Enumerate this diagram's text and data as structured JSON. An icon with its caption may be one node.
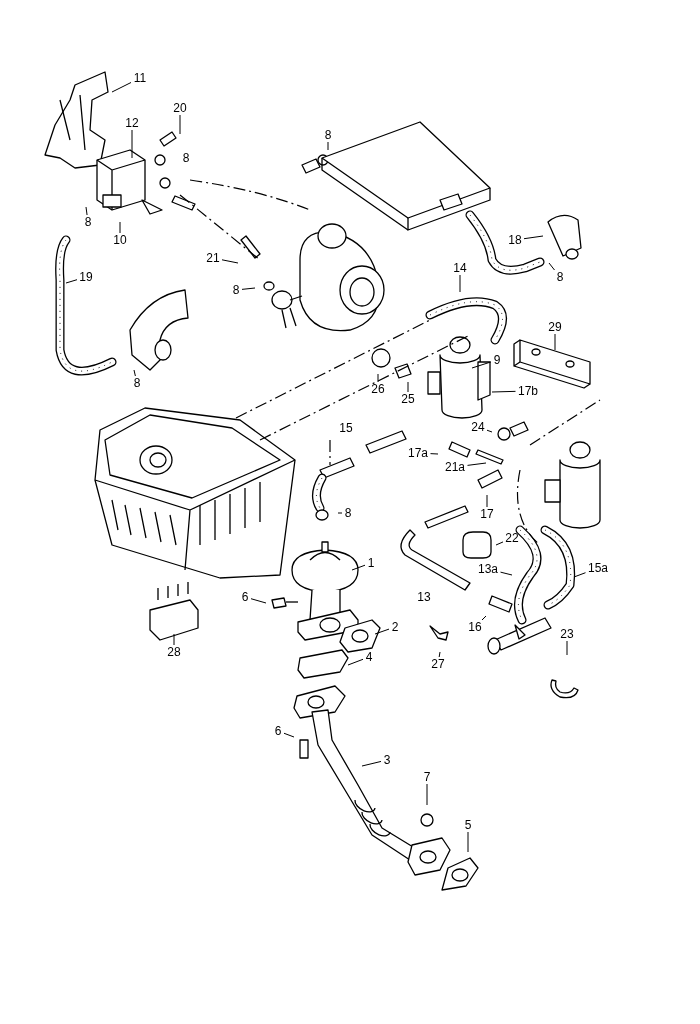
{
  "diagram": {
    "nodes": [
      {
        "text": [
          "11"
        ]
      },
      {
        "text": [
          "20"
        ]
      },
      {
        "text": [
          "12"
        ]
      },
      {
        "text": [
          "8"
        ]
      },
      {
        "text": [
          "8"
        ]
      },
      {
        "text": [
          "10"
        ]
      },
      {
        "text": [
          "21"
        ]
      },
      {
        "text": [
          "8"
        ]
      },
      {
        "text": [
          "18"
        ]
      },
      {
        "text": [
          "14"
        ]
      },
      {
        "text": [
          "8"
        ]
      },
      {
        "text": [
          "19"
        ]
      },
      {
        "text": [
          "29"
        ]
      },
      {
        "text": [
          "9"
        ]
      },
      {
        "text": [
          "8"
        ]
      },
      {
        "text": [
          "26"
        ]
      },
      {
        "text": [
          "25"
        ]
      },
      {
        "text": [
          "17b"
        ]
      },
      {
        "text": [
          "24"
        ]
      },
      {
        "text": [
          "17a"
        ]
      },
      {
        "text": [
          "21a"
        ]
      },
      {
        "text": [
          "17"
        ]
      },
      {
        "text": [
          "8"
        ]
      },
      {
        "text": [
          "22"
        ]
      },
      {
        "text": [
          "1"
        ]
      },
      {
        "text": [
          "13a"
        ]
      },
      {
        "text": [
          "15a"
        ]
      },
      {
        "text": [
          "6"
        ]
      },
      {
        "text": [
          "2"
        ]
      },
      {
        "text": [
          "16"
        ]
      },
      {
        "text": [
          "23"
        ]
      },
      {
        "text": [
          "4"
        ]
      },
      {
        "text": [
          "27"
        ]
      },
      {
        "text": [
          "28"
        ]
      },
      {
        "text": [
          "6"
        ]
      },
      {
        "text": [
          "3"
        ]
      },
      {
        "text": [
          "7"
        ]
      },
      {
        "text": [
          "5"
        ]
      }
    ],
    "edges": [
      {
        "from": 0,
        "to": null,
        "arrow": "none"
      },
      {
        "from": 1,
        "to": null,
        "arrow": "none"
      },
      {
        "from": 2,
        "to": null,
        "arrow": "none"
      },
      {
        "from": 3,
        "to": null,
        "arrow": "none"
      },
      {
        "from": 4,
        "to": null,
        "arrow": "none"
      },
      {
        "from": 5,
        "to": null,
        "arrow": "none"
      },
      {
        "from": 6,
        "to": null,
        "arrow": "none"
      },
      {
        "from": 7,
        "to": null,
        "arrow": "none"
      },
      {
        "from": 8,
        "to": null,
        "arrow": "none"
      },
      {
        "from": 9,
        "to": null,
        "arrow": "none"
      },
      {
        "from": 10,
        "to": null,
        "arrow": "none"
      },
      {
        "from": 11,
        "to": null,
        "arrow": "none"
      },
      {
        "from": 12,
        "to": null,
        "arrow": "none"
      },
      {
        "from": 13,
        "to": null,
        "arrow": "none"
      },
      {
        "from": 14,
        "to": null,
        "arrow": "none"
      },
      {
        "from": 15,
        "to": null,
        "arrow": "none"
      },
      {
        "from": 16,
        "to": null,
        "arrow": "none"
      },
      {
        "from": 17,
        "to": null,
        "arrow": "none"
      },
      {
        "from": 18,
        "to": null,
        "arrow": "none"
      },
      {
        "from": 19,
        "to": null,
        "arrow": "none"
      },
      {
        "from": 20,
        "to": null,
        "arrow": "none"
      },
      {
        "from": 21,
        "to": null,
        "arrow": "none"
      },
      {
        "from": 22,
        "to": null,
        "arrow": "none"
      },
      {
        "from": 23,
        "to": null,
        "arrow": "none"
      },
      {
        "from": 24,
        "to": null,
        "arrow": "none"
      },
      {
        "from": 25,
        "to": null,
        "arrow": "none"
      },
      {
        "from": 26,
        "to": null,
        "arrow": "none"
      },
      {
        "from": 27,
        "to": null,
        "arrow": "none"
      },
      {
        "from": 28,
        "to": null,
        "arrow": "none"
      },
      {
        "from": 29,
        "to": null,
        "arrow": "none"
      },
      {
        "from": 30,
        "to": null,
        "arrow": "none"
      },
      {
        "from": 31,
        "to": null,
        "arrow": "none"
      },
      {
        "from": 32,
        "to": null,
        "arrow": "none"
      },
      {
        "from": 33,
        "to": null,
        "arrow": "none"
      },
      {
        "from": 34,
        "to": null,
        "arrow": "none"
      },
      {
        "from": 35,
        "to": null,
        "arrow": "none"
      },
      {
        "from": 36,
        "to": null,
        "arrow": "none"
      },
      {
        "from": 37,
        "to": null,
        "arrow": "none"
      }
    ],
    "labels": [
      "8",
      "15",
      "13"
    ]
  }
}
